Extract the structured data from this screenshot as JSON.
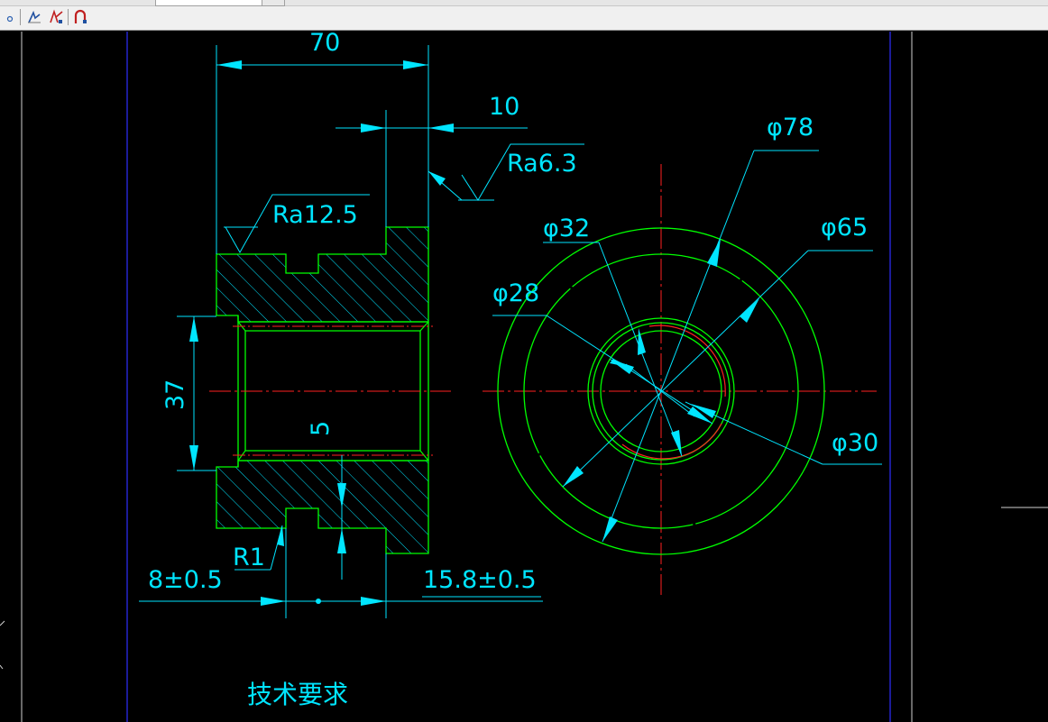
{
  "toolbar": {
    "buttons": [
      {
        "name": "osnap-point-icon"
      },
      {
        "name": "geometric-tolerance-icon"
      },
      {
        "name": "dimension-edit-icon"
      },
      {
        "name": "arc-length-icon"
      }
    ]
  },
  "drawing": {
    "dims": {
      "width_70": "70",
      "step_10": "10",
      "bore_37": "37",
      "groove_5": "5",
      "radius_r1": "R1",
      "tol_8": "8±0.5",
      "tol_15_8": "15.8±0.5",
      "dia_78": "φ78",
      "dia_65": "φ65",
      "dia_32": "φ32",
      "dia_28": "φ28",
      "dia_30": "φ30"
    },
    "roughness": {
      "ra_12_5": "Ra12.5",
      "ra_6_3": "Ra6.3"
    },
    "tech_req": "技术要求"
  },
  "colors": {
    "outline": "#00ff00",
    "dimension": "#00e5ff",
    "centerline": "#ff2020",
    "frame": "#3030ff",
    "background": "#000000"
  }
}
